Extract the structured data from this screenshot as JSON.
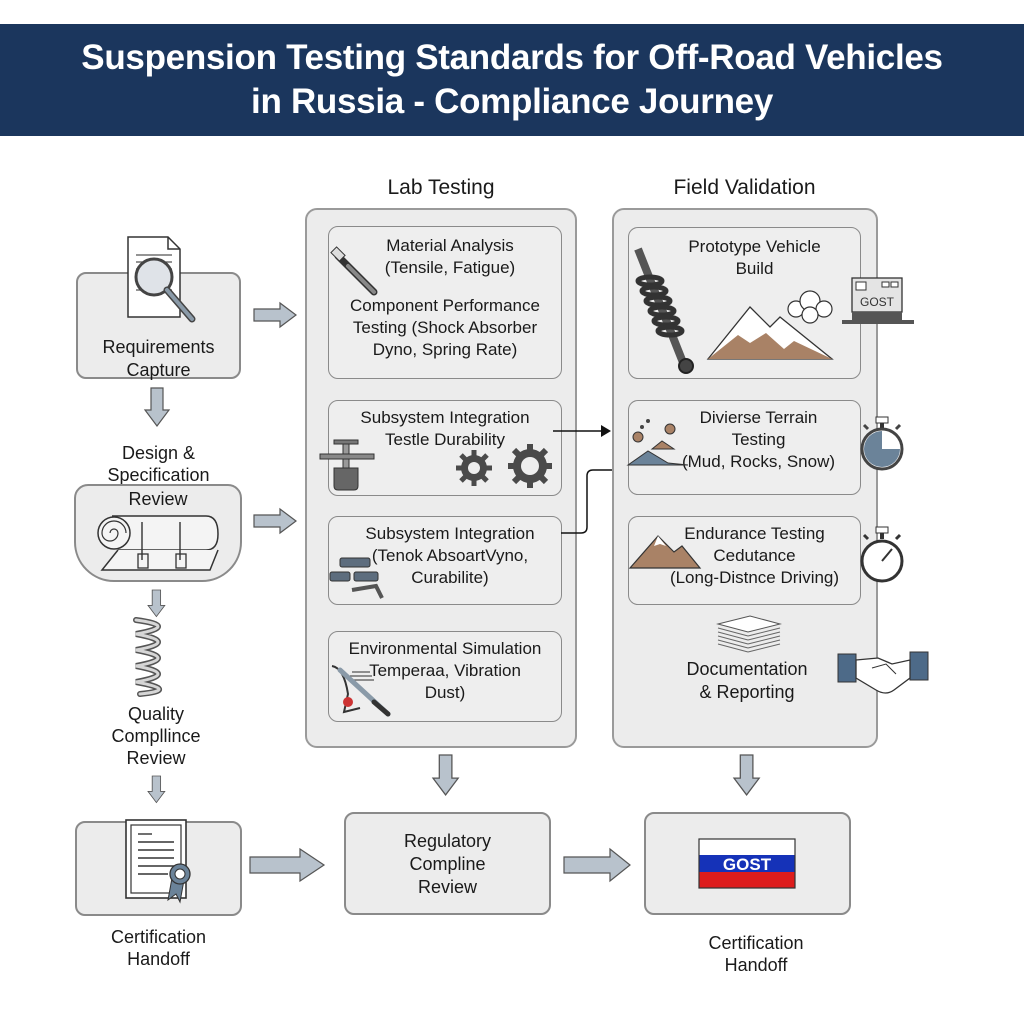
{
  "header": {
    "title_line1": "Suspension Testing Standards for Off-Road Vehicles",
    "title_line2": "in Russia - Compliance Journey"
  },
  "colors": {
    "banner": "#1b365d",
    "panel": "#ececec",
    "arrow": "#b8c2cc",
    "flag_white": "#ffffff",
    "flag_blue": "#1532b8",
    "flag_red": "#dd1c1c"
  },
  "left_flow": {
    "requirements": "Requirements\nCapture",
    "design_line1": "Design &",
    "design_line2": "Specification",
    "design_line3": "Review",
    "quality": "Quality\nCompllince\nReview",
    "certification": "Certification\nHandoff"
  },
  "lab": {
    "title": "Lab Testing",
    "items": [
      {
        "text": "Material Analysis\n(Tensile, Fatigue)",
        "text2": "Component Performance\nTesting (Shock Absorber\nDyno, Spring Rate)"
      },
      {
        "text": "Subsystem Integration\nTestle Durability"
      },
      {
        "text": "Subsystem Integration\n(Tenok AbsoartVyno,\nCurabilite)"
      },
      {
        "text": "Environmental Simulation\nTemperaa, Vibration\nDust)"
      }
    ]
  },
  "field": {
    "title": "Field Validation",
    "items": [
      {
        "text": "Prototype Vehicle\nBuild"
      },
      {
        "text": "Divierse Terrain\nTesting\n(Mud, Rocks, Snow)"
      },
      {
        "text": "Endurance Testing\nCedutance\n(Long-Distnce Driving)"
      },
      {
        "text": "Documentation\n& Reporting"
      }
    ],
    "gost_sign": "GOST"
  },
  "bottom": {
    "regulatory": "Regulatory\nCompline\nReview",
    "gost_flag": "GOST",
    "certification": "Certification\nHandoff"
  }
}
